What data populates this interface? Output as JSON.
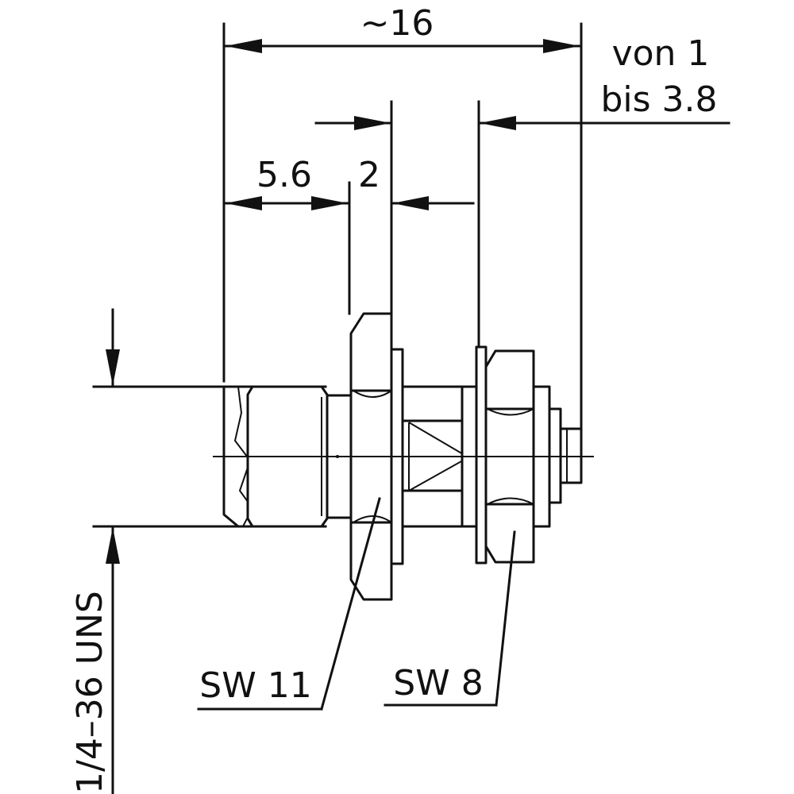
{
  "dimensions": {
    "overall_length": "~16",
    "range_line1": "von 1",
    "range_line2": "bis 3.8",
    "length_a": "5.6",
    "length_b": "2",
    "thread": "1/4–36 UNS"
  },
  "wrench_sizes": {
    "large_nut": "SW 11",
    "small_nut": "SW 8"
  }
}
